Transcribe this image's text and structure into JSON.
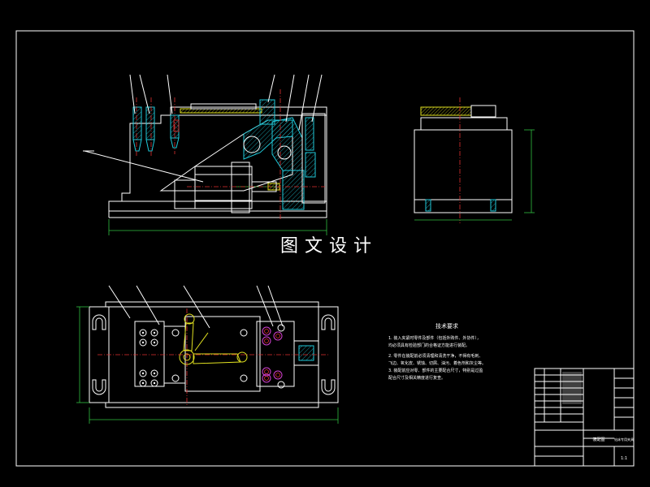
{
  "watermark": "图文设计",
  "tech_requirements": {
    "title": "技术要求",
    "lines": [
      "1. 装入夹紧时零件及部件（包括外购件、外协件），",
      "    均必须具有检验部门的合格证方能进行装配。",
      "2. 零件在装配前必须清理和清洗干净，不得有毛刺、",
      "    飞边、氧化皮、锈蚀、切屑、油污、着色剂和灰尘等。",
      "3. 装配前应对零、部件的主要配合尺寸，特别是过盈",
      "    配合尺寸及相关精度进行复查。"
    ]
  },
  "title_block": {
    "drawing_name": "装配图",
    "part_name": "钻床专用夹具",
    "sheet": "1:1"
  },
  "colors": {
    "background": "#000000",
    "frame": "#ffffff",
    "cyan": "#20c8d8",
    "red": "#e03030",
    "yellow": "#e0e020",
    "green": "#30c040",
    "magenta": "#d040d0"
  }
}
